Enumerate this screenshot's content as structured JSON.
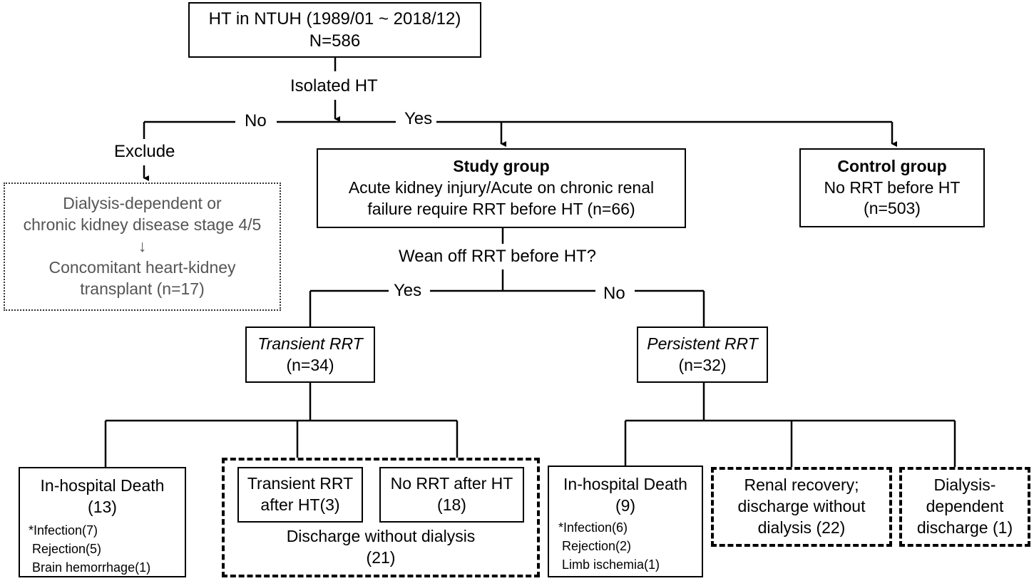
{
  "top": {
    "line1": "HT in NTUH (1989/01 ~ 2018/12)",
    "line2": "N=586"
  },
  "labels": {
    "isolated": "Isolated HT",
    "no": "No",
    "yes": "Yes",
    "exclude": "Exclude",
    "wean": "Wean off RRT before HT?",
    "yes2": "Yes",
    "no2": "No"
  },
  "exclude_box": {
    "line1": "Dialysis-dependent or",
    "line2": "chronic kidney disease stage 4/5",
    "arrow": "↓",
    "line3": "Concomitant heart-kidney",
    "line4": "transplant (n=17)"
  },
  "study": {
    "title": "Study group",
    "line1": "Acute kidney injury/Acute on chronic renal",
    "line2": "failure require RRT before HT (n=66)"
  },
  "control": {
    "title": "Control group",
    "line1": "No RRT before HT",
    "line2": "(n=503)"
  },
  "transient": {
    "title": "Transient RRT",
    "count": "(n=34)"
  },
  "persistent": {
    "title": "Persistent RRT",
    "count": "(n=32)"
  },
  "death1": {
    "title": "In-hospital Death",
    "count": "(13)",
    "causes": [
      "*Infection(7)",
      " Rejection(5)",
      " Brain hemorrhage(1)"
    ]
  },
  "transient_after": {
    "line1": "Transient RRT",
    "line2": "after HT(3)"
  },
  "no_rrt_after": {
    "line1": "No RRT after HT",
    "line2": "(18)"
  },
  "discharge1": {
    "line1": "Discharge without dialysis",
    "line2": "(21)"
  },
  "death2": {
    "title": "In-hospital Death",
    "count": "(9)",
    "causes": [
      "*Infection(6)",
      " Rejection(2)",
      " Limb ischemia(1)"
    ]
  },
  "renal": {
    "line1": "Renal recovery;",
    "line2": "discharge without",
    "line3": "dialysis (22)"
  },
  "dialysis_dep": {
    "line1": "Dialysis-",
    "line2": "dependent",
    "line3": "discharge (1)"
  }
}
